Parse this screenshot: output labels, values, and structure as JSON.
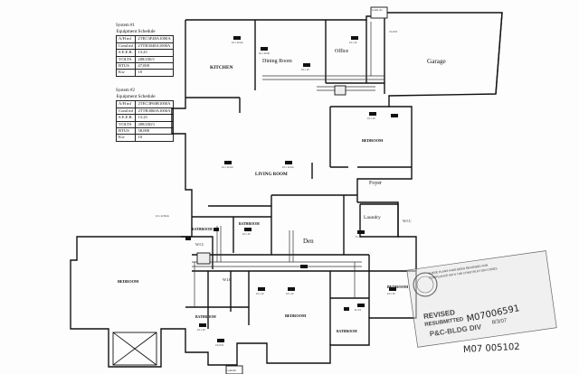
{
  "schedules": [
    {
      "system_label": "System #1",
      "title": "Equipment Schedule",
      "rows": [
        {
          "k": "A/H mf",
          "v": "2TEC3F48A1000A"
        },
        {
          "k": "Cond mf",
          "v": "2TTR3048A1000A"
        },
        {
          "k": "S.E.E.R.",
          "v": "13.25"
        },
        {
          "k": "VOLTS",
          "v": "208/230/1"
        },
        {
          "k": "BTUS",
          "v": "47,000"
        },
        {
          "k": "Kw",
          "v": "10"
        }
      ]
    },
    {
      "system_label": "System #2",
      "title": "Equipment Schedule",
      "rows": [
        {
          "k": "A/H mf",
          "v": "2TEC3F60B1000A"
        },
        {
          "k": "Cond mf",
          "v": "2TTR3060A1000A"
        },
        {
          "k": "S.E.E.R.",
          "v": "13.25"
        },
        {
          "k": "VOLTS",
          "v": "208/230/1"
        },
        {
          "k": "BTUS",
          "v": "58,000"
        },
        {
          "k": "Kw",
          "v": "10"
        }
      ]
    }
  ],
  "rooms": {
    "kitchen": "KITCHEN",
    "dining": "Dining Room",
    "office": "Office",
    "garage": "Garage",
    "bedroom_upper": "BEDROOM",
    "living": "LIVING ROOM",
    "foyer": "Foyer",
    "laundry": "Laundry",
    "wic_right": "W.I.C",
    "bath_center": "BATHROOM",
    "den": "Den",
    "wic_left": "W.I.C",
    "wic_mid": "W.I.C",
    "bath_left": "BATHROOM",
    "bedroom_left": "BEDROOM",
    "bath_lower_left": "BATHROOM",
    "bedroom_lower": "BEDROOM",
    "bath_lower_right": "BATHROOM",
    "bedroom_right": "BEDROOM",
    "cond1": "Cond. #1",
    "cond2": "Cond.#2"
  },
  "stamp": {
    "line1": "THESE PLANS HAVE BEEN REVIEWED FOR",
    "line2": "COMPLIANCE WITH THE CONSTRUCTION CODES",
    "revised": "REVISED",
    "resubmitted": "RESUBMITTED",
    "division": "P&C-BLDG DIV",
    "date": "8/3/07"
  },
  "handwritten": {
    "permit_upper": "M07006591",
    "permit_lower": "M07 005102"
  }
}
